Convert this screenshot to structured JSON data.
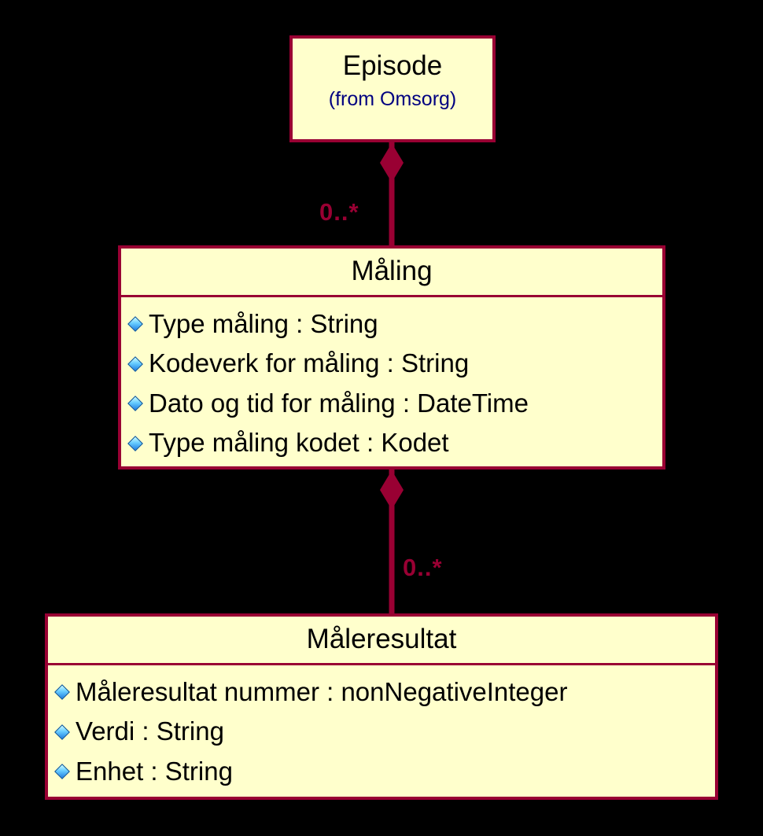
{
  "diagram": {
    "type": "uml-class-diagram",
    "classes": [
      {
        "name": "Episode",
        "stereotype": "(from Omsorg)",
        "attributes": []
      },
      {
        "name": "Måling",
        "attributes": [
          "Type måling : String",
          "Kodeverk for måling : String",
          "Dato og tid for måling : DateTime",
          "Type måling kodet : Kodet"
        ]
      },
      {
        "name": "Måleresultat",
        "attributes": [
          "Måleresultat nummer : nonNegativeInteger",
          "Verdi : String",
          "Enhet : String"
        ]
      }
    ],
    "associations": [
      {
        "from": "Episode",
        "to": "Måling",
        "kind": "composition",
        "multiplicity": "0..*"
      },
      {
        "from": "Måling",
        "to": "Måleresultat",
        "kind": "composition",
        "multiplicity": "0..*"
      }
    ],
    "colors": {
      "background": "#000000",
      "box_fill": "#FFFFCC",
      "box_border": "#990033",
      "line": "#990033",
      "diamond_fill": "#990033",
      "attribute_icon_blue": "#1E7BE0",
      "stereotype_text": "#000080",
      "multiplicity_text": "#990033",
      "title_text": "#000000"
    }
  }
}
